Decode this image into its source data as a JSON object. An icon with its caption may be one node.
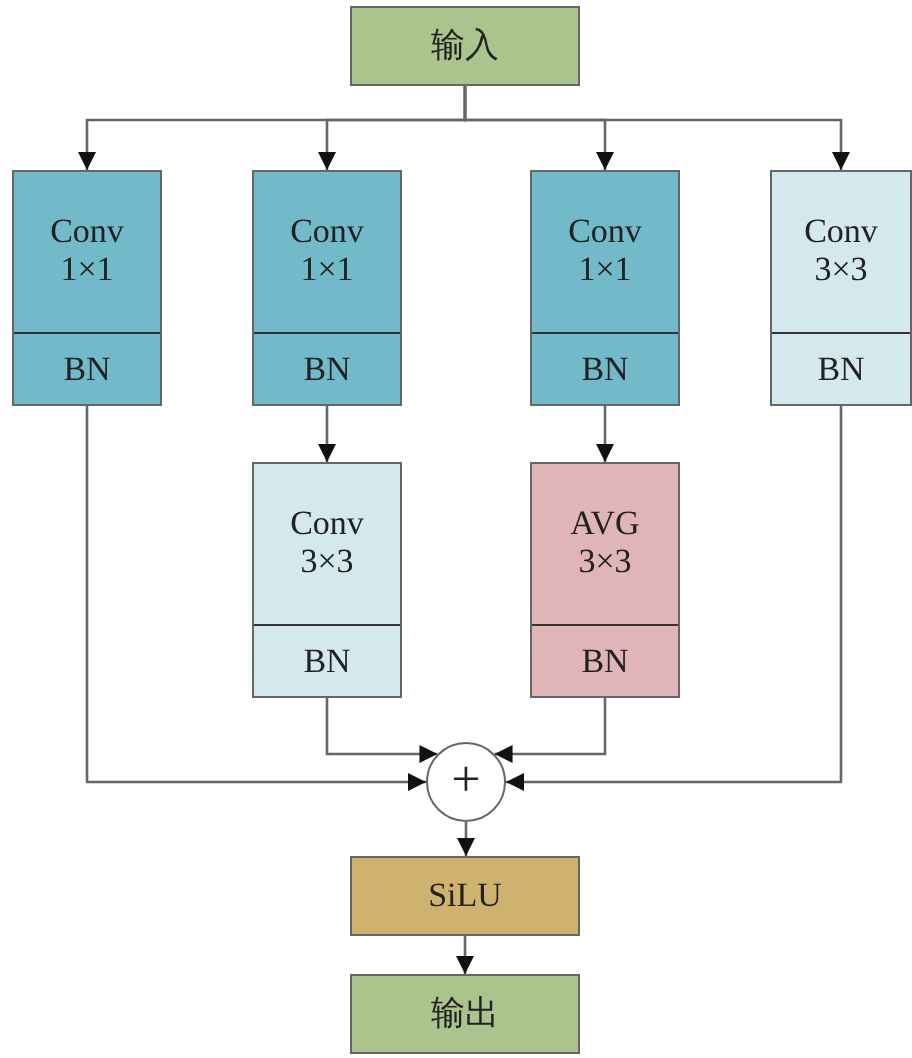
{
  "diagram": {
    "nodes": [
      {
        "text": [
          "输入"
        ]
      },
      {
        "text": [
          "Conv 1×1",
          "BN"
        ]
      },
      {
        "text": [
          "Conv 1×1",
          "BN"
        ]
      },
      {
        "text": [
          "Conv 1×1",
          "BN"
        ]
      },
      {
        "text": [
          "Conv 3×3",
          "BN"
        ]
      },
      {
        "text": [
          "Conv 3×3",
          "BN"
        ]
      },
      {
        "text": [
          "AVG 3×3",
          "BN"
        ]
      },
      {
        "text": [
          "+"
        ]
      },
      {
        "text": [
          "SiLU"
        ]
      },
      {
        "text": [
          "输出"
        ]
      }
    ],
    "edges": [
      {
        "from": 0,
        "to": 1,
        "arrow": "to"
      },
      {
        "from": 0,
        "to": 2,
        "arrow": "to"
      },
      {
        "from": 0,
        "to": 3,
        "arrow": "to"
      },
      {
        "from": 0,
        "to": 4,
        "arrow": "to"
      },
      {
        "from": 2,
        "to": 5,
        "arrow": "to"
      },
      {
        "from": 3,
        "to": 6,
        "arrow": "to"
      },
      {
        "from": 1,
        "to": 7,
        "arrow": "to"
      },
      {
        "from": 5,
        "to": 7,
        "arrow": "to"
      },
      {
        "from": 6,
        "to": 7,
        "arrow": "to"
      },
      {
        "from": 4,
        "to": 7,
        "arrow": "to"
      },
      {
        "from": 7,
        "to": 8,
        "arrow": "to"
      },
      {
        "from": 8,
        "to": 9,
        "arrow": "to"
      }
    ]
  }
}
